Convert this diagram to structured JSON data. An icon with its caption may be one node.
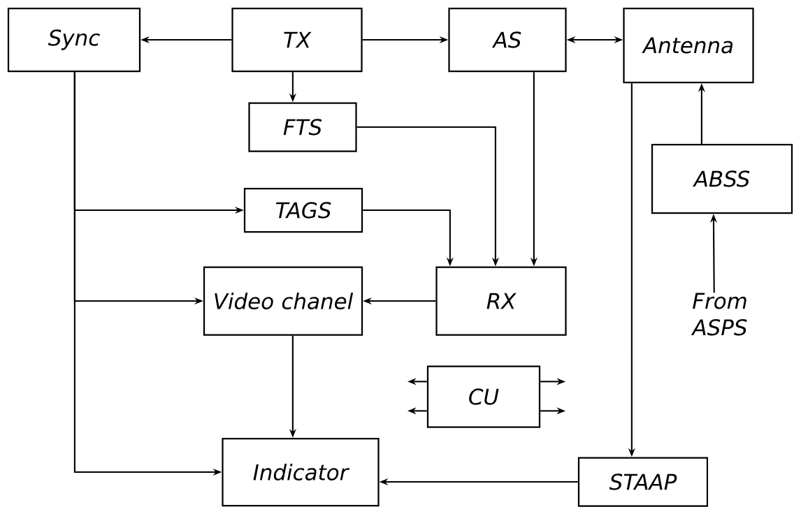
{
  "diagram": {
    "nodes": [
      {
        "text": [
          "Sync"
        ]
      },
      {
        "text": [
          "TX"
        ]
      },
      {
        "text": [
          "AS"
        ]
      },
      {
        "text": [
          "Antenna"
        ]
      },
      {
        "text": [
          "FTS"
        ]
      },
      {
        "text": [
          "ABSS"
        ]
      },
      {
        "text": [
          "TAGS"
        ]
      },
      {
        "text": [
          "Video chanel"
        ]
      },
      {
        "text": [
          "RX"
        ]
      },
      {
        "text": [
          "From ASPS"
        ]
      },
      {
        "text": [
          "CU"
        ]
      },
      {
        "text": [
          "Indicator"
        ]
      },
      {
        "text": [
          "STAAP"
        ]
      }
    ],
    "edges": [
      {
        "from": 1,
        "to": 0,
        "arrow": "to"
      },
      {
        "from": 1,
        "to": 2,
        "arrow": "to"
      },
      {
        "from": 2,
        "to": 3,
        "arrow": "both"
      },
      {
        "from": 1,
        "to": 4,
        "arrow": "to"
      },
      {
        "from": 4,
        "to": 8,
        "arrow": "to"
      },
      {
        "from": 6,
        "to": 8,
        "arrow": "to"
      },
      {
        "from": 2,
        "to": 8,
        "arrow": "to"
      },
      {
        "from": 0,
        "to": 6,
        "arrow": "to"
      },
      {
        "from": 0,
        "to": 7,
        "arrow": "to"
      },
      {
        "from": 0,
        "to": 11,
        "arrow": "to"
      },
      {
        "from": 8,
        "to": 7,
        "arrow": "to"
      },
      {
        "from": 7,
        "to": 11,
        "arrow": "to"
      },
      {
        "from": 3,
        "to": 12,
        "arrow": "to"
      },
      {
        "from": 12,
        "to": 11,
        "arrow": "to"
      },
      {
        "from": 5,
        "to": 3,
        "arrow": "to"
      },
      {
        "from": 9,
        "to": 5,
        "arrow": "to"
      },
      {
        "from": 10,
        "to": null,
        "arrow": "to"
      },
      {
        "from": 10,
        "to": null,
        "arrow": "to"
      },
      {
        "from": 10,
        "to": null,
        "arrow": "to"
      },
      {
        "from": 10,
        "to": null,
        "arrow": "to"
      }
    ]
  }
}
